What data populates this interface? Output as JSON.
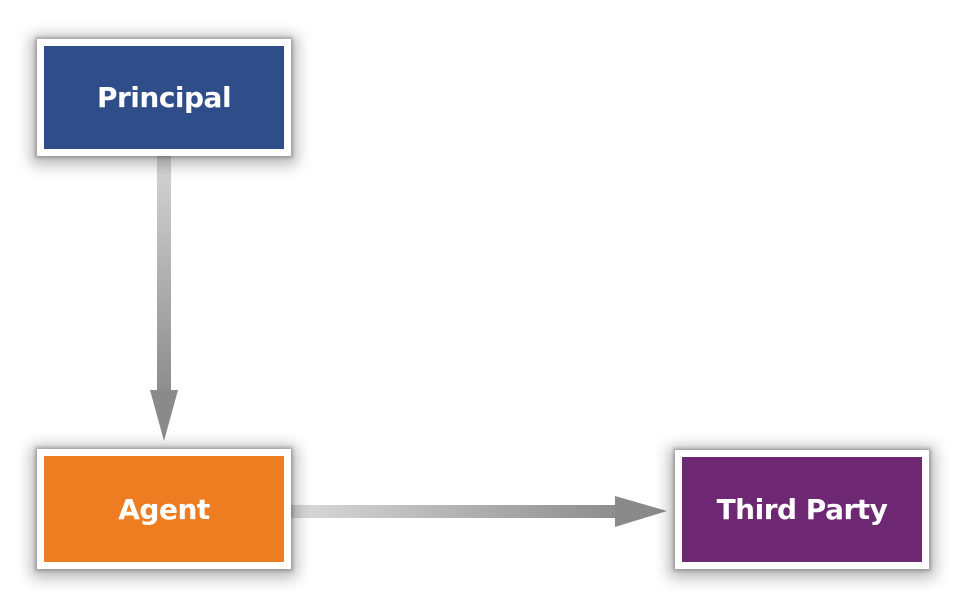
{
  "nodes": {
    "principal": {
      "label": "Principal",
      "color": "#2f4d89"
    },
    "agent": {
      "label": "Agent",
      "color": "#ee7d22"
    },
    "third_party": {
      "label": "Third Party",
      "color": "#6e2873"
    }
  },
  "edges": [
    {
      "from": "Principal",
      "to": "Agent"
    },
    {
      "from": "Agent",
      "to": "Third Party"
    }
  ]
}
